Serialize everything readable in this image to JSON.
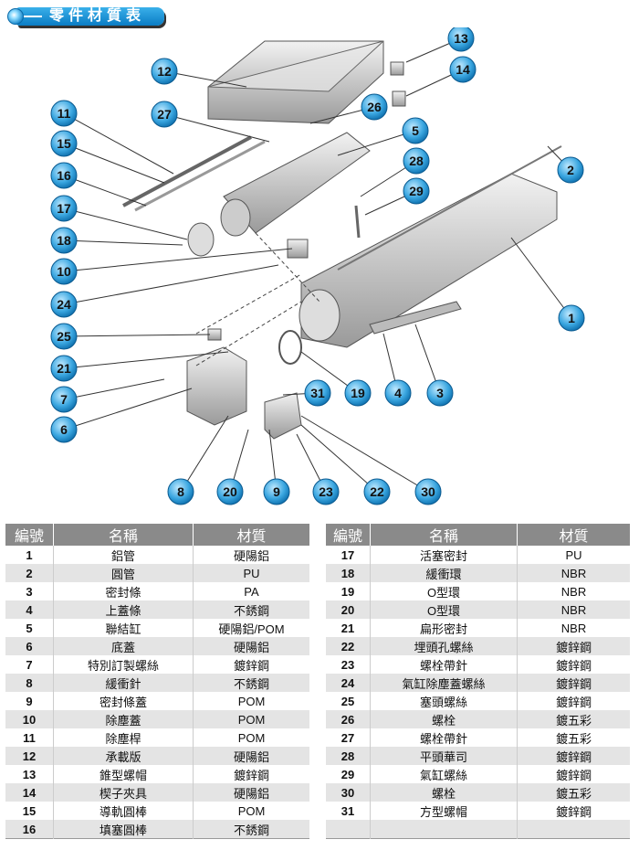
{
  "title": "零件材質表",
  "callouts": [
    "13",
    "14",
    "12",
    "26",
    "11",
    "27",
    "5",
    "15",
    "28",
    "2",
    "16",
    "29",
    "17",
    "18",
    "10",
    "24",
    "1",
    "25",
    "21",
    "31",
    "19",
    "4",
    "3",
    "7",
    "6",
    "8",
    "20",
    "9",
    "23",
    "22",
    "30"
  ],
  "table": {
    "headers": [
      "編號",
      "名稱",
      "材質"
    ],
    "left": [
      [
        "1",
        "鋁管",
        "硬陽鋁"
      ],
      [
        "2",
        "圓管",
        "PU"
      ],
      [
        "3",
        "密封條",
        "PA"
      ],
      [
        "4",
        "上蓋條",
        "不銹鋼"
      ],
      [
        "5",
        "聯結缸",
        "硬陽鋁/POM"
      ],
      [
        "6",
        "底蓋",
        "硬陽鋁"
      ],
      [
        "7",
        "特別訂製螺絲",
        "鍍鋅鋼"
      ],
      [
        "8",
        "緩衝針",
        "不銹鋼"
      ],
      [
        "9",
        "密封條蓋",
        "POM"
      ],
      [
        "10",
        "除塵蓋",
        "POM"
      ],
      [
        "11",
        "除塵桿",
        "POM"
      ],
      [
        "12",
        "承載版",
        "硬陽鋁"
      ],
      [
        "13",
        "錐型螺帽",
        "鍍鋅鋼"
      ],
      [
        "14",
        "楔子夾具",
        "硬陽鋁"
      ],
      [
        "15",
        "導軌圓棒",
        "POM"
      ],
      [
        "16",
        "填塞圓棒",
        "不銹鋼"
      ]
    ],
    "right": [
      [
        "17",
        "活塞密封",
        "PU"
      ],
      [
        "18",
        "緩衝環",
        "NBR"
      ],
      [
        "19",
        "O型環",
        "NBR"
      ],
      [
        "20",
        "O型環",
        "NBR"
      ],
      [
        "21",
        "扁形密封",
        "NBR"
      ],
      [
        "22",
        "埋頭孔螺絲",
        "鍍鋅鋼"
      ],
      [
        "23",
        "螺栓帶針",
        "鍍鋅鋼"
      ],
      [
        "24",
        "氣缸除塵蓋螺絲",
        "鍍鋅鋼"
      ],
      [
        "25",
        "塞頭螺絲",
        "鍍鋅鋼"
      ],
      [
        "26",
        "螺栓",
        "鍍五彩"
      ],
      [
        "27",
        "螺栓帶針",
        "鍍五彩"
      ],
      [
        "28",
        "平頭華司",
        "鍍鋅鋼"
      ],
      [
        "29",
        "氣缸螺絲",
        "鍍鋅鋼"
      ],
      [
        "30",
        "螺栓",
        "鍍五彩"
      ],
      [
        "31",
        "方型螺帽",
        "鍍鋅鋼"
      ],
      [
        "",
        "",
        ""
      ]
    ]
  }
}
